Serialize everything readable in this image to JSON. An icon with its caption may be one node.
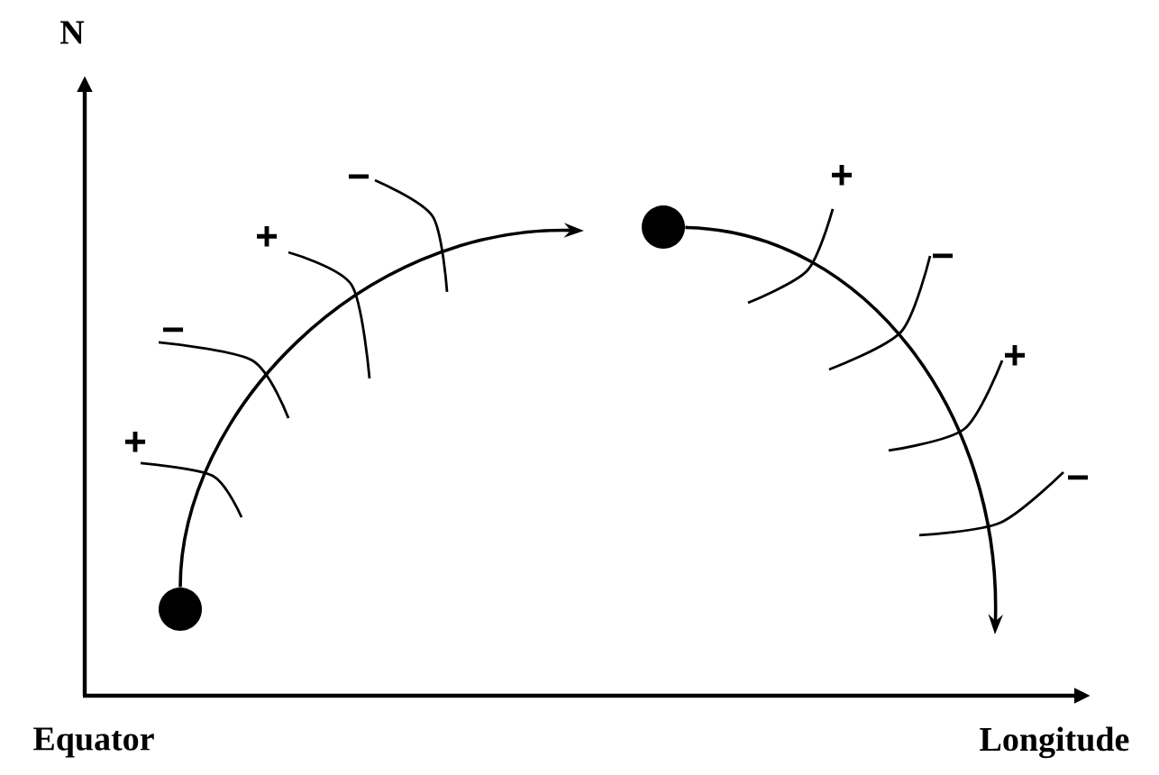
{
  "diagram": {
    "nodes": [
      {
        "text": [],
        "shape": "circle"
      },
      {
        "text": [],
        "shape": "circle"
      }
    ],
    "edges": [
      {
        "from": 0,
        "to": null,
        "arrow": "to"
      },
      {
        "from": 1,
        "to": null,
        "arrow": "to"
      }
    ],
    "labels": [
      "N",
      "−",
      "+",
      "+",
      "−",
      "+",
      "+",
      "−",
      "−",
      "Equator",
      "Longitude"
    ]
  }
}
